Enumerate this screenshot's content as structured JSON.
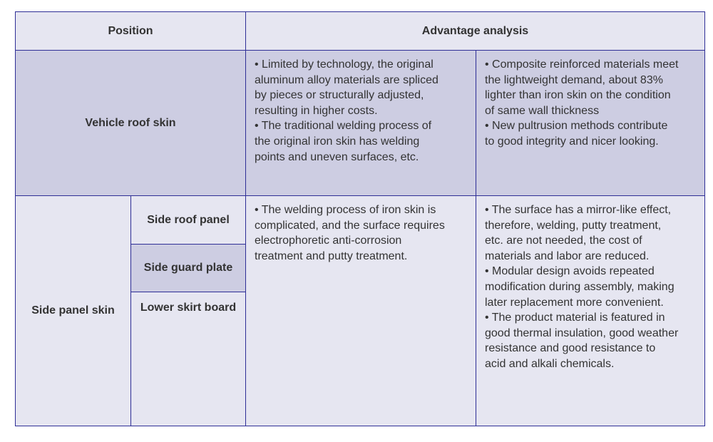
{
  "header": {
    "position": "Position",
    "advantage": "Advantage analysis"
  },
  "rows": {
    "roof": {
      "label": "Vehicle roof skin",
      "left_lines": [
        "• Limited by technology, the original",
        "aluminum alloy materials are spliced",
        "by pieces or structurally adjusted,",
        "resulting in higher costs.",
        "• The traditional welding process of",
        "the original iron skin has welding",
        "points and uneven surfaces, etc."
      ],
      "right_lines": [
        "• Composite reinforced materials meet",
        "the lightweight demand, about 83%",
        "lighter than iron skin on the condition",
        "of same wall thickness",
        "• New pultrusion methods contribute",
        "to good integrity and nicer looking."
      ]
    },
    "side": {
      "label": "Side panel skin",
      "sub_roof": "Side roof panel",
      "sub_guard": "Side guard plate",
      "sub_skirt": "Lower skirt board",
      "left_lines": [
        "• The welding process of iron skin is",
        "complicated, and the surface requires",
        "electrophoretic anti-corrosion",
        "treatment and putty treatment."
      ],
      "right_lines": [
        "• The surface has a mirror-like effect,",
        "therefore, welding, putty treatment,",
        "etc. are not needed, the cost of",
        "materials and labor are reduced.",
        "• Modular design avoids repeated",
        "modification during assembly, making",
        "later replacement more convenient.",
        "• The product material is featured in",
        "good thermal insulation, good weather",
        "resistance and good resistance to",
        "acid and alkali chemicals."
      ]
    }
  }
}
